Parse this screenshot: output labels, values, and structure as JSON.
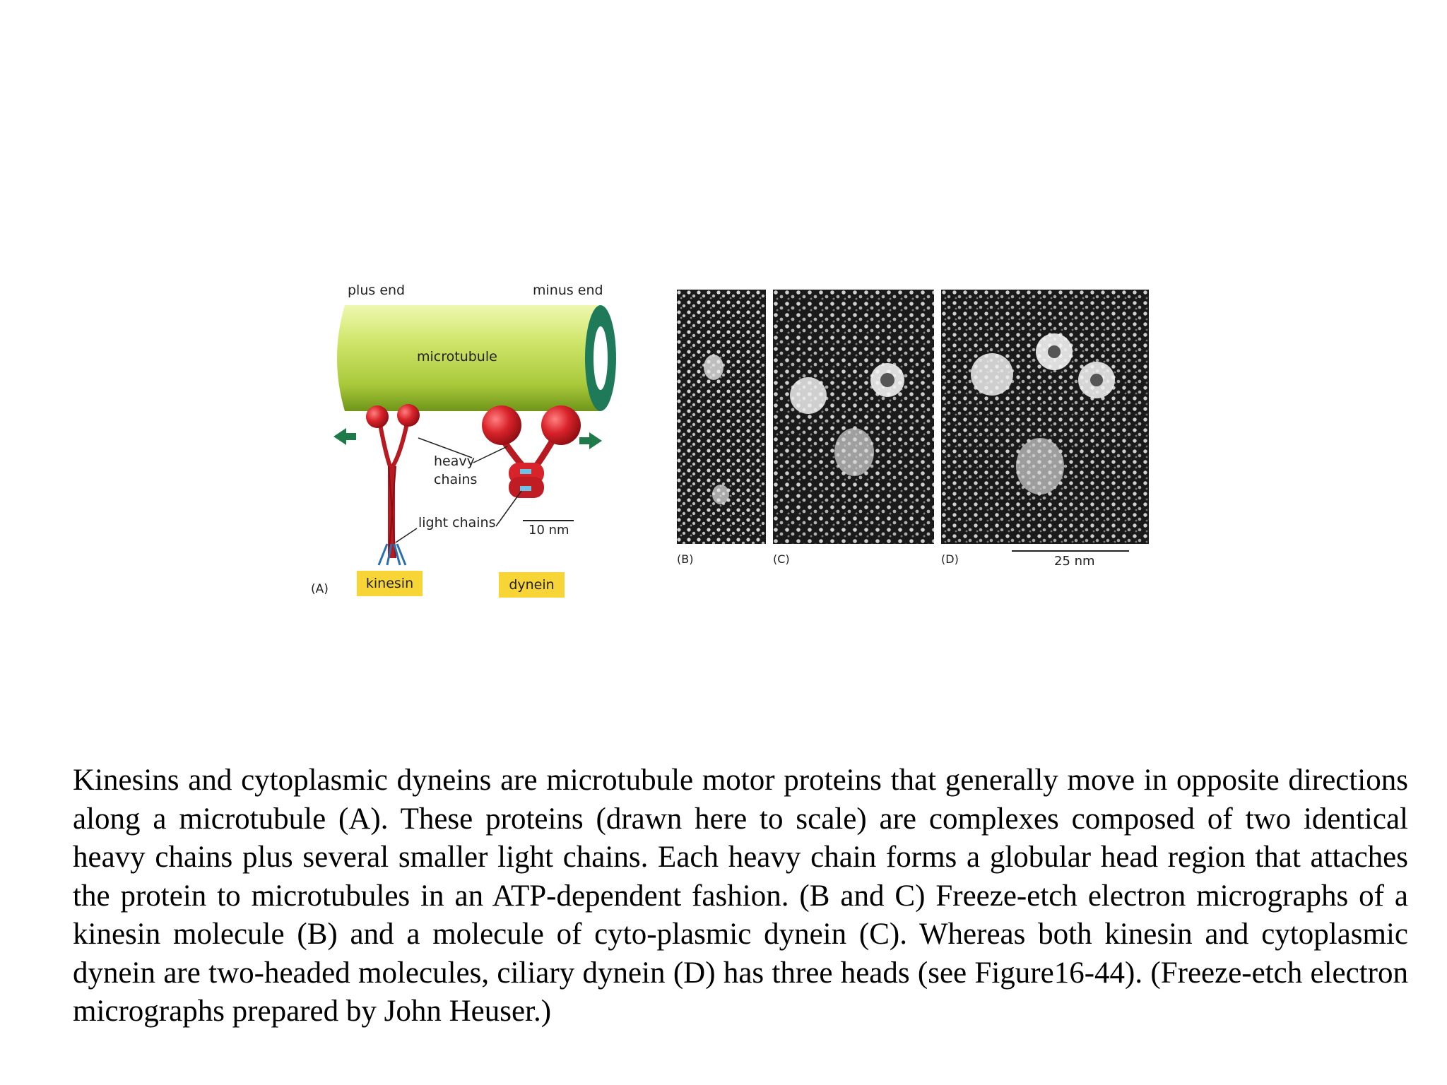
{
  "figure": {
    "panel_a": {
      "plus_end": "plus end",
      "minus_end": "minus end",
      "microtubule": "microtubule",
      "heavy_chains_line1": "heavy",
      "heavy_chains_line2": "chains",
      "light_chains": "light chains",
      "scale": "10 nm",
      "kinesin": "kinesin",
      "dynein": "dynein",
      "panel_label": "(A)"
    },
    "micrographs": {
      "b_label": "(B)",
      "c_label": "(C)",
      "d_label": "(D)",
      "scale": "25 nm"
    }
  },
  "caption": "Kinesins and cytoplasmic dyneins are microtubule motor proteins that generally move in opposite directions along a microtubule (A). These proteins (drawn here to scale) are complexes composed of two identical heavy chains plus several smaller light chains. Each heavy chain forms a globular head region that attaches the protein to microtubules in an ATP-dependent fashion. (B and C) Freeze-etch electron micrographs of a kinesin molecule (B) and a molecule of cyto-plasmic dynein (C). Whereas both kinesin and cytoplasmic dynein are two-headed molecules, ciliary dynein (D) has three heads (see Figure16-44). (Freeze-etch electron micrographs prepared by John Heuser.)",
  "colors": {
    "microtubule_light": "#d6ec7a",
    "microtubule_dark": "#7fa51e",
    "microtubule_end": "#1f7a5a",
    "motor_red": "#d8232a",
    "arrow_green": "#1f7a4a",
    "tag_yellow": "#f8d536"
  }
}
